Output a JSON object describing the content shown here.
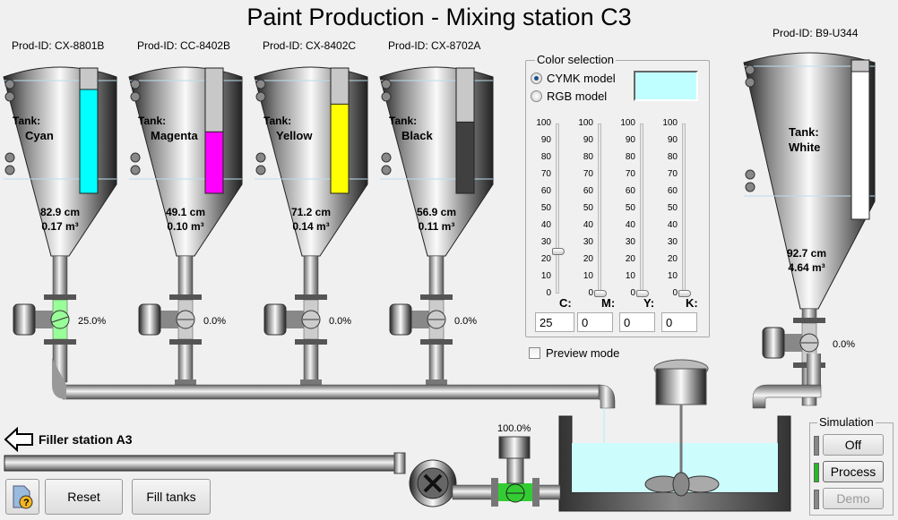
{
  "title": "Paint Production - Mixing station C3",
  "tanks": [
    {
      "prod_id": "Prod-ID: CX-8801B",
      "label1": "Tank:",
      "label2": "Cyan",
      "level": "82.9 cm",
      "volume": "0.17 m³",
      "fill": 0.829,
      "color": "#00ffff",
      "valve": "25.0%",
      "valve_open": true
    },
    {
      "prod_id": "Prod-ID: CC-8402B",
      "label1": "Tank:",
      "label2": "Magenta",
      "level": "49.1 cm",
      "volume": "0.10 m³",
      "fill": 0.491,
      "color": "#ff00ff",
      "valve": "0.0%",
      "valve_open": false
    },
    {
      "prod_id": "Prod-ID: CX-8402C",
      "label1": "Tank:",
      "label2": "Yellow",
      "level": "71.2 cm",
      "volume": "0.14 m³",
      "fill": 0.712,
      "color": "#ffff00",
      "valve": "0.0%",
      "valve_open": false
    },
    {
      "prod_id": "Prod-ID: CX-8702A",
      "label1": "Tank:",
      "label2": "Black",
      "level": "56.9 cm",
      "volume": "0.11 m³",
      "fill": 0.569,
      "color": "#404040",
      "valve": "0.0%",
      "valve_open": false
    }
  ],
  "white_tank": {
    "prod_id": "Prod-ID: B9-U344",
    "label1": "Tank:",
    "label2": "White",
    "level": "92.7 cm",
    "volume": "4.64 m³",
    "fill": 0.927,
    "color": "#ffffff",
    "valve": "0.0%"
  },
  "color_selection": {
    "legend": "Color selection",
    "cymk_label": "CYMK model",
    "rgb_label": "RGB model",
    "selected": "CYMK",
    "swatch": "#c0ffff",
    "ticks": [
      "100",
      "90",
      "80",
      "70",
      "60",
      "50",
      "40",
      "30",
      "20",
      "10",
      "0"
    ],
    "sliders": [
      {
        "label": "C:",
        "value": "25"
      },
      {
        "label": "M:",
        "value": "0"
      },
      {
        "label": "Y:",
        "value": "0"
      },
      {
        "label": "K:",
        "value": "0"
      }
    ]
  },
  "preview_label": "Preview mode",
  "filler_label": "Filler station A3",
  "outlet_valve": "100.0%",
  "buttons": {
    "reset": "Reset",
    "fill": "Fill tanks"
  },
  "simulation": {
    "legend": "Simulation",
    "off": "Off",
    "process": "Process",
    "demo": "Demo",
    "active": "Process"
  },
  "colors": {
    "active_led": "#22bb22",
    "valve_open": "#99ff99",
    "mix_liquid": "#ccfcfc"
  }
}
